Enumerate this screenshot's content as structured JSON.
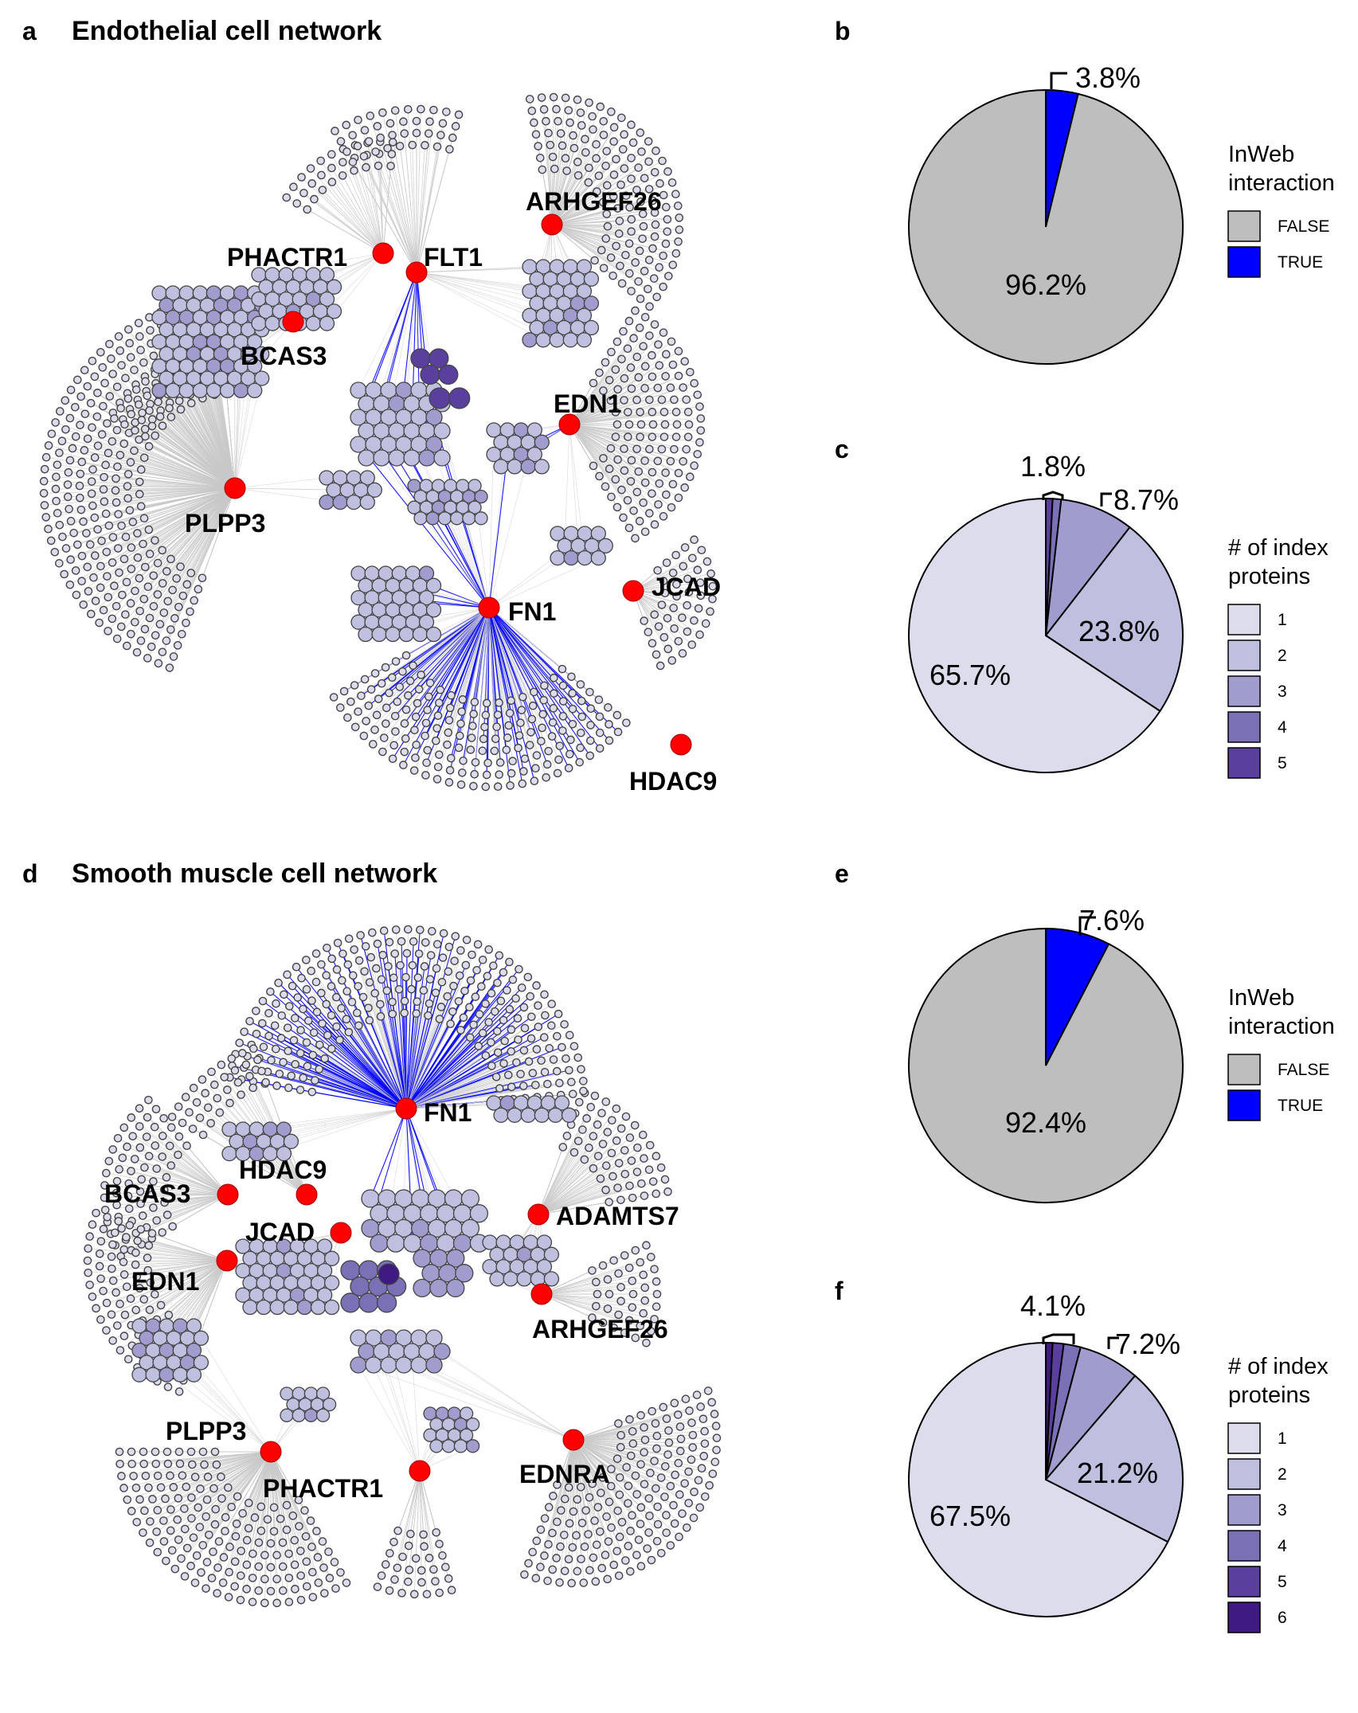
{
  "colors": {
    "hub": "#ff0000",
    "edge_gray": "#c8c8c8",
    "edge_blue": "#0000ff",
    "node_outline": "#444444",
    "inweb_false": "#bebebe",
    "inweb_true": "#0000ff",
    "index_scale": [
      "#dcdcec",
      "#bfbfe0",
      "#a09ccd",
      "#7a70b6",
      "#5b3f9c",
      "#3f1a82"
    ]
  },
  "panels": {
    "a": {
      "letter": "a",
      "title": "Endothelial cell network",
      "hubs": [
        "ARHGEF26",
        "PHACTR1",
        "FLT1",
        "BCAS3",
        "EDN1",
        "PLPP3",
        "JCAD",
        "FN1",
        "HDAC9"
      ]
    },
    "b": {
      "letter": "b"
    },
    "c": {
      "letter": "c"
    },
    "d": {
      "letter": "d",
      "title": "Smooth muscle cell network",
      "hubs": [
        "FN1",
        "HDAC9",
        "BCAS3",
        "ADAMTS7",
        "JCAD",
        "EDN1",
        "ARHGEF26",
        "PLPP3",
        "EDNRA",
        "PHACTR1"
      ]
    },
    "e": {
      "letter": "e"
    },
    "f": {
      "letter": "f"
    }
  },
  "chart_data": [
    {
      "panel": "b",
      "type": "pie",
      "legend_title": "InWeb\ninteraction",
      "categories": [
        "FALSE",
        "TRUE"
      ],
      "values": [
        96.2,
        3.8
      ],
      "labels": [
        "96.2%",
        "3.8%"
      ]
    },
    {
      "panel": "c",
      "type": "pie",
      "legend_title": "# of index\nproteins",
      "categories": [
        "1",
        "2",
        "3",
        "4",
        "5"
      ],
      "values": [
        65.7,
        23.8,
        8.7,
        1.0,
        0.8
      ],
      "labels": [
        "65.7%",
        "23.8%",
        "8.7%",
        "1.8%"
      ]
    },
    {
      "panel": "e",
      "type": "pie",
      "legend_title": "InWeb\ninteraction",
      "categories": [
        "FALSE",
        "TRUE"
      ],
      "values": [
        92.4,
        7.6
      ],
      "labels": [
        "92.4%",
        "7.6%"
      ]
    },
    {
      "panel": "f",
      "type": "pie",
      "legend_title": "# of index\nproteins",
      "categories": [
        "1",
        "2",
        "3",
        "4",
        "5",
        "6"
      ],
      "values": [
        67.5,
        21.2,
        7.2,
        2.0,
        1.3,
        0.8
      ],
      "labels": [
        "67.5%",
        "21.2%",
        "7.2%",
        "4.1%"
      ]
    }
  ]
}
